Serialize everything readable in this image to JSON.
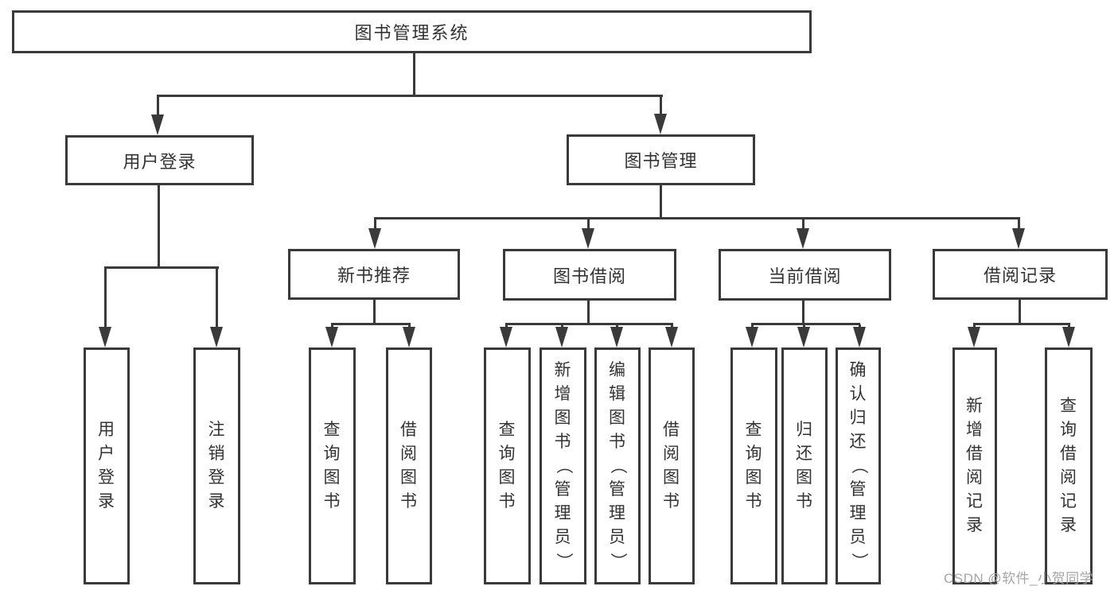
{
  "diagram_title": "图书管理系统",
  "nodes": {
    "root": "图书管理系统",
    "user_login": "用户登录",
    "book_management": "图书管理",
    "new_book_recommend": "新书推荐",
    "book_borrow": "图书借阅",
    "current_borrow": "当前借阅",
    "borrow_records": "借阅记录",
    "leaf_user_login": "用户登录",
    "leaf_logout": "注销登录",
    "leaf_query_books_recommend": "查询图书",
    "leaf_borrow_books_recommend": "借阅图书",
    "leaf_query_books_borrow": "查询图书",
    "leaf_add_book_admin": "新增图书（管理员）",
    "leaf_edit_book_admin": "编辑图书（管理员）",
    "leaf_borrow_books": "借阅图书",
    "leaf_query_books_current": "查询图书",
    "leaf_return_books": "归还图书",
    "leaf_confirm_return_admin": "确认归还（管理员）",
    "leaf_add_borrow_record": "新增借阅记录",
    "leaf_query_borrow_record": "查询借阅记录"
  },
  "hierarchy": {
    "图书管理系统": {
      "用户登录": [
        "用户登录",
        "注销登录"
      ],
      "图书管理": {
        "新书推荐": [
          "查询图书",
          "借阅图书"
        ],
        "图书借阅": [
          "查询图书",
          "新增图书（管理员）",
          "编辑图书（管理员）",
          "借阅图书"
        ],
        "当前借阅": [
          "查询图书",
          "归还图书",
          "确认归还（管理员）"
        ],
        "借阅记录": [
          "新增借阅记录",
          "查询借阅记录"
        ]
      }
    }
  },
  "watermark": "CSDN @软件_小贺同学",
  "colors": {
    "line": "#3a3a3a",
    "text": "#333333",
    "watermark": "#a5a5a5",
    "background": "#ffffff"
  }
}
